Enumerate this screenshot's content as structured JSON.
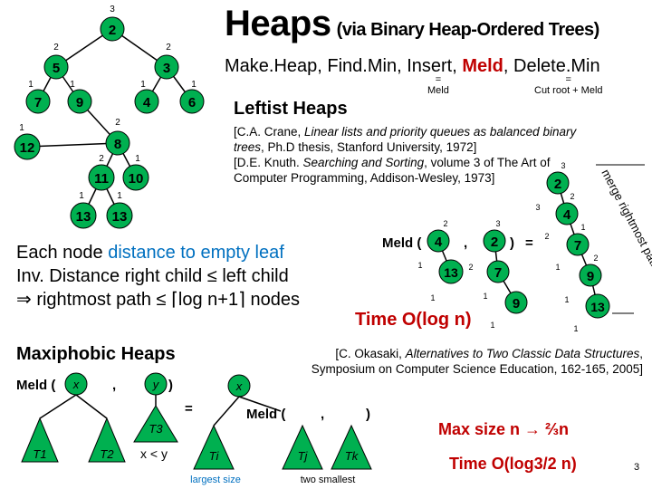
{
  "title": {
    "main": "Heaps",
    "sub": "(via Binary Heap-Ordered Trees)"
  },
  "operations": {
    "prefix": "Make.Heap, Find.Min, Insert, ",
    "meld": "Meld",
    "suffix": ", Delete.Min",
    "eq_sign_1": "=",
    "eq_note_1": "Meld",
    "eq_sign_2": "=",
    "eq_note_2": "Cut root + Meld"
  },
  "leftist_title": "Leftist Heaps",
  "references": {
    "crane_1": "[C.A. Crane, ",
    "crane_title": "Linear lists and priority queues as balanced binary trees",
    "crane_2": ", Ph.D thesis, Stanford University, 1972]",
    "knuth_1": "[D.E. Knuth. ",
    "knuth_title": "Searching and Sorting",
    "knuth_2": ", volume 3 of The Art of Computer Programming, Addison-Wesley, 1973]"
  },
  "distance_text": {
    "line1_a": "Each node ",
    "line1_b": "distance to empty leaf",
    "line2": "Inv.  Distance right child  ≤  left child",
    "line3": "⇒ rightmost path ≤ ⌈log n+1⌉ nodes"
  },
  "meld_expr": {
    "label": "Meld (",
    "comma": ",",
    "close": ")",
    "equals": "="
  },
  "merge_path_label": "merge rightmost paths",
  "time_log": "Time O(log n)",
  "maxiphobic_title": "Maxiphobic Heaps",
  "okasaki_ref": {
    "a": "[C. Okasaki, ",
    "title": "Alternatives to Two Classic Data Structures",
    "b": ", Symposium on Computer Science Education, 162-165, 2005]"
  },
  "maxi_diagram": {
    "meld_label": "Meld (",
    "comma": ",",
    "close": ")",
    "equals": "=",
    "x": "x",
    "y": "y",
    "T1": "T1",
    "T2": "T2",
    "T3": "T3",
    "x_lt_y": "x < y",
    "Ti": "Ti",
    "Tj": "Tj",
    "Tk": "Tk",
    "largest_size": "largest size",
    "two_smallest": "two smallest"
  },
  "max_size": "Max size n → ⅔n",
  "time_log32": "Time O(log3/2 n)",
  "page_number": "3",
  "tree_main": {
    "nodes": [
      "2",
      "5",
      "3",
      "7",
      "9",
      "4",
      "6",
      "12",
      "8",
      "11",
      "10",
      "13",
      "13"
    ],
    "dists": [
      "3",
      "2",
      "2",
      "1",
      "1",
      "1",
      "1",
      "1",
      "2",
      "2",
      "1",
      "1",
      "1"
    ]
  },
  "meld_nodes": {
    "a": [
      "4",
      "13"
    ],
    "a_d": [
      "2",
      "1",
      "1"
    ],
    "b": [
      "2",
      "7",
      "9"
    ],
    "b_d": [
      "3",
      "2",
      "1",
      "1"
    ]
  },
  "result_nodes": {
    "n": [
      "2",
      "4",
      "7",
      "9",
      "13"
    ],
    "d": [
      "3",
      "3",
      "2",
      "2",
      "1",
      "1",
      "1",
      "1",
      "2"
    ]
  },
  "colors": {
    "node_fill": "#00b050",
    "node_fill_light": "#92d050",
    "edge": "#000000",
    "accent_red": "#c00000",
    "accent_blue": "#0070c0"
  }
}
